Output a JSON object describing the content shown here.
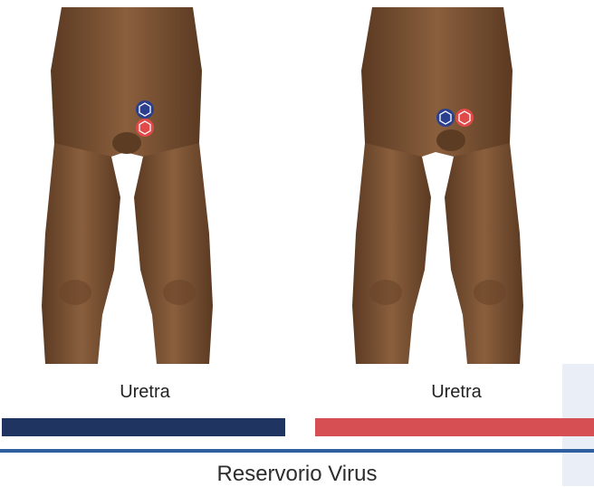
{
  "panels": [
    {
      "caption": "Uretra",
      "marker_color_1": "#2b3f8f",
      "marker_color_2": "#e24a4a",
      "bar_color": "#1f3460"
    },
    {
      "caption": "Uretra",
      "marker_color_1": "#2b3f8f",
      "marker_color_2": "#e24a4a",
      "bar_color": "#d64f52"
    }
  ],
  "title": "Reservorio Virus",
  "colors": {
    "skin": "#7a5335",
    "rule": "#2f5f9e"
  },
  "icons": [
    "body-illustration",
    "hexagon-marker-blue",
    "hexagon-marker-red"
  ]
}
